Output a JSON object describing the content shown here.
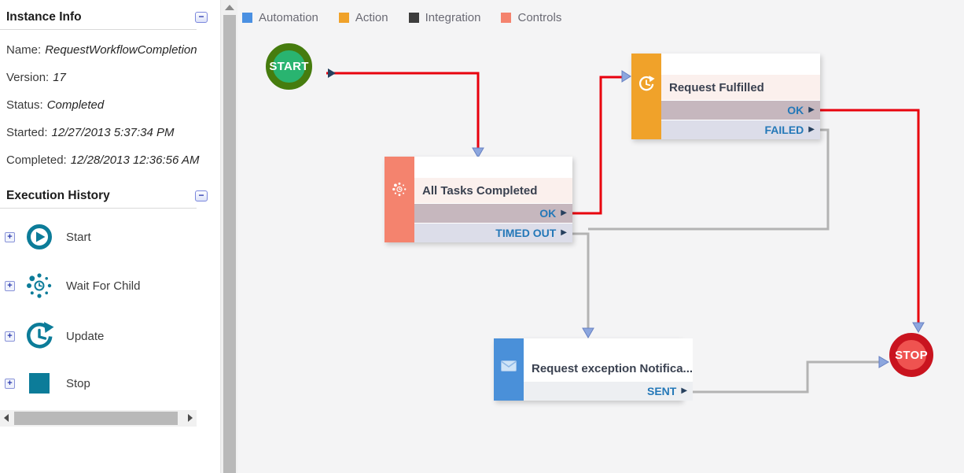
{
  "sidebar": {
    "instance_info": {
      "title": "Instance Info",
      "collapse_icon": "−",
      "fields": [
        {
          "label": "Name:",
          "value": "RequestWorkflowCompletion"
        },
        {
          "label": "Version:",
          "value": "17"
        },
        {
          "label": "Status:",
          "value": "Completed"
        },
        {
          "label": "Started:",
          "value": "12/27/2013 5:37:34 PM"
        },
        {
          "label": "Completed:",
          "value": "12/28/2013 12:36:56 AM"
        }
      ]
    },
    "execution_history": {
      "title": "Execution History",
      "collapse_icon": "−",
      "expand_icon": "+",
      "items": [
        {
          "label": "Start",
          "icon": "start-play-icon"
        },
        {
          "label": "Wait For Child",
          "icon": "wait-for-child-icon"
        },
        {
          "label": "Update",
          "icon": "update-clock-icon"
        },
        {
          "label": "Stop",
          "icon": "stop-square-icon"
        }
      ]
    }
  },
  "legend": {
    "items": [
      {
        "label": "Automation",
        "color": "#4a90e2"
      },
      {
        "label": "Action",
        "color": "#f0a22a"
      },
      {
        "label": "Integration",
        "color": "#3d3d3d"
      },
      {
        "label": "Controls",
        "color": "#f4836e"
      }
    ]
  },
  "workflow": {
    "start_label": "START",
    "stop_label": "STOP",
    "outcome_arrow": "▶",
    "nodes": [
      {
        "title": "All Tasks Completed",
        "category": "Controls",
        "icon": "wait-for-child-icon",
        "outcomes": [
          "OK",
          "TIMED OUT"
        ]
      },
      {
        "title": "Request Fulfilled",
        "category": "Action",
        "icon": "update-clock-icon",
        "outcomes": [
          "OK",
          "FAILED"
        ]
      },
      {
        "title": "Request exception Notifica...",
        "category": "Automation",
        "icon": "mail-icon",
        "outcomes": [
          "SENT"
        ]
      }
    ]
  },
  "colors": {
    "canvas_bg": "#f4f4f5",
    "line_success": "#e8000d",
    "line_neutral": "#b3b3b3",
    "arrowhead": "#8ca6de",
    "teal_icon": "#0c7c99",
    "start_fill": "#29b470",
    "start_ring": "#467c0e",
    "stop_fill": "#ef5350",
    "stop_ring": "#c9141f",
    "outcome_text": "#2478b8",
    "title_row_pink": "#fbf0ed",
    "ok_row": "#c6b7be",
    "alt_row": "#dcdde9",
    "sent_row": "#edeff2"
  }
}
